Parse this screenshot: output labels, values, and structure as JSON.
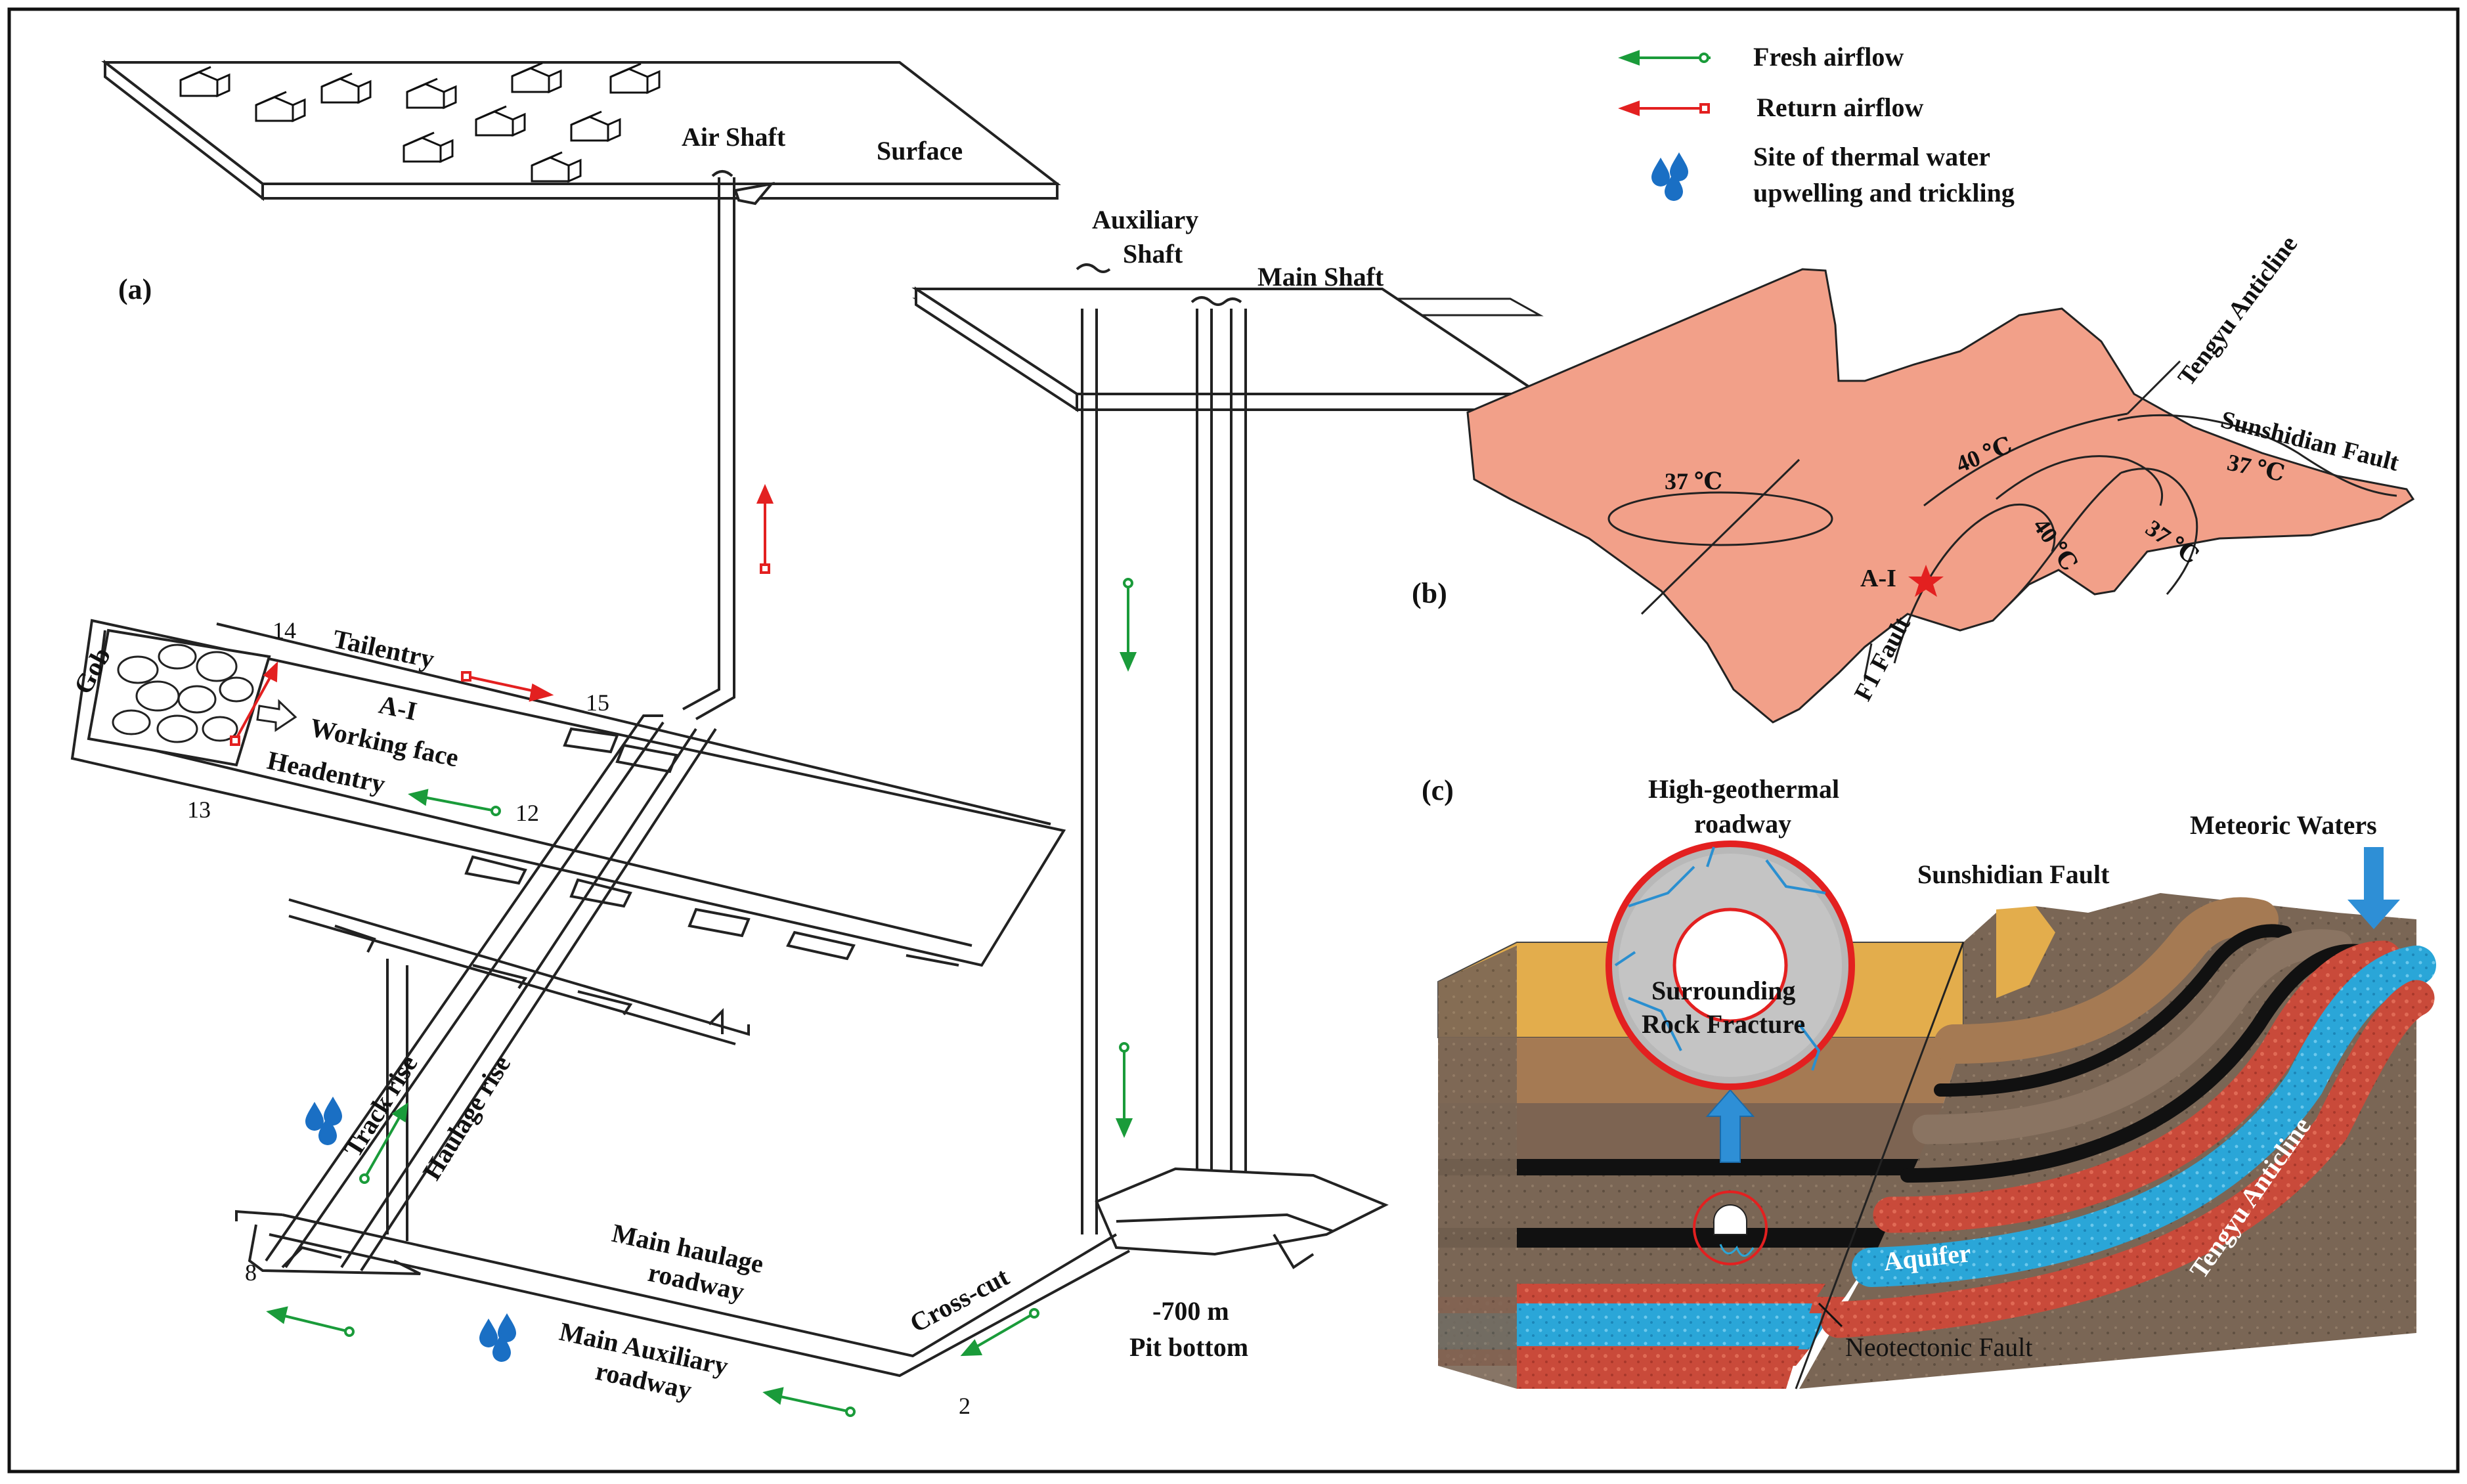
{
  "legend": {
    "fresh_airflow": "Fresh airflow",
    "return_airflow": "Return airflow",
    "thermal_water_line1": "Site of thermal water",
    "thermal_water_line2": "upwelling and trickling"
  },
  "panel_a": {
    "label": "(a)",
    "surface": "Surface",
    "air_shaft": "Air Shaft",
    "auxiliary_shaft_line1": "Auxiliary",
    "auxiliary_shaft_line2": "Shaft",
    "main_shaft": "Main Shaft",
    "gob": "Gob",
    "tailentry": "Tailentry",
    "working_face_line1": "A-I",
    "working_face_line2": "Working face",
    "headentry": "Headentry",
    "track_rise": "Track rise",
    "haulage_rise": "Haulage rise",
    "main_haulage_line1": "Main haulage",
    "main_haulage_line2": "roadway",
    "cross_cut": "Cross-cut",
    "pit_bottom_line1": "-700 m",
    "pit_bottom_line2": "Pit bottom",
    "main_auxiliary_line1": "Main Auxiliary",
    "main_auxiliary_line2": "roadway",
    "point_14": "14",
    "point_15": "15",
    "point_12": "12",
    "point_13": "13",
    "point_8": "8",
    "point_2": "2"
  },
  "panel_b": {
    "label": "(b)",
    "tengyu_anticline": "Tengyu Anticline",
    "sunshidian_fault": "Sunshidian Fault",
    "f1_fault": "F1 Fault",
    "site_label": "A-I",
    "iso_37_left": "37 ℃",
    "iso_40_top": "40 ℃",
    "iso_40_mid": "40 ℃",
    "iso_37_mid": "37 ℃",
    "iso_37_right": "37 ℃"
  },
  "panel_c": {
    "label": "(c)",
    "high_geothermal_line1": "High-geothermal",
    "high_geothermal_line2": "roadway",
    "sunshidian_fault": "Sunshidian Fault",
    "meteoric_waters": "Meteoric Waters",
    "surrounding_line1": "Surrounding",
    "surrounding_line2": "Rock Fracture",
    "aquifer": "Aquifer",
    "tengyu_anticline": "Tengyu Anticline",
    "neotectonic_fault": "Neotectonic Fault"
  },
  "colors": {
    "fresh": "#1a9b3a",
    "return": "#e32020",
    "water_icon": "#1a6fc4",
    "map_fill": "#f2a089",
    "aquifer": "#29a3d6",
    "rock_dark": "#6b5a4a",
    "sand": "#e6b24f"
  },
  "icons": {
    "fresh_arrow": "arrow-left-circle-tail",
    "return_arrow": "arrow-left-square-tail",
    "water": "water-droplets",
    "star": "star"
  }
}
